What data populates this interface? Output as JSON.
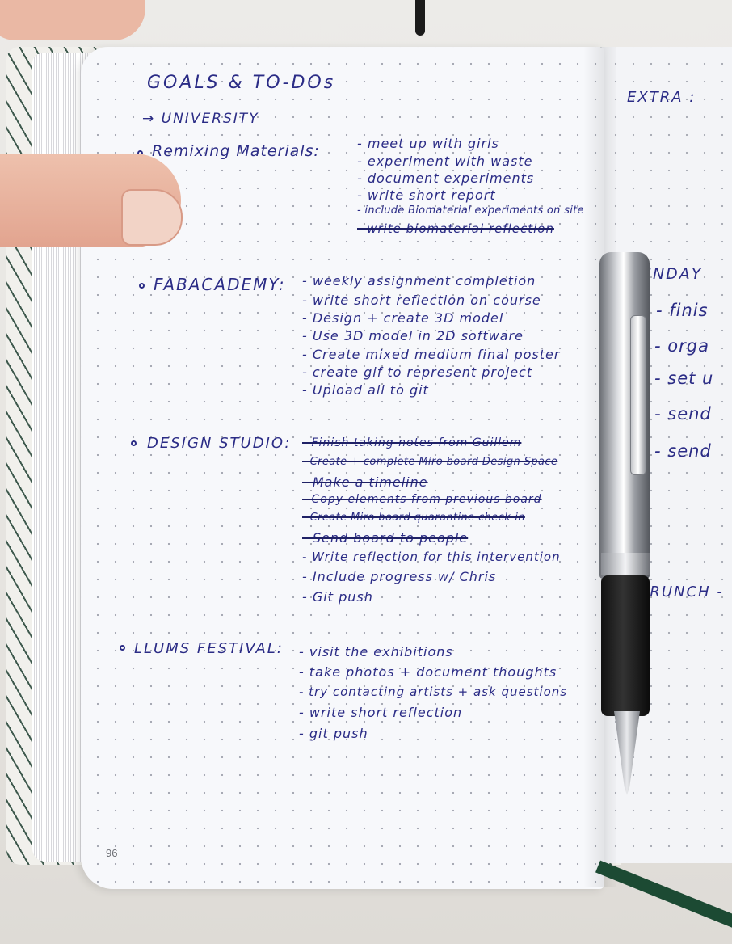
{
  "page": {
    "title": "GOALS & TO-DOs",
    "subtitle": "→ UNIVERSITY",
    "page_number": "96"
  },
  "sections": [
    {
      "name": "Remixing Materials:",
      "items": [
        {
          "text": "- meet up with girls",
          "done": false
        },
        {
          "text": "- experiment with waste",
          "done": false
        },
        {
          "text": "- document experiments",
          "done": false
        },
        {
          "text": "- write short report",
          "done": false
        },
        {
          "text": "- include Biomaterial experiments on site",
          "done": false
        },
        {
          "text": "- write biomaterial reflection",
          "done": true
        }
      ]
    },
    {
      "name": "FABACADEMY:",
      "items": [
        {
          "text": "- weekly assignment completion",
          "done": false
        },
        {
          "text": "- write short reflection on course",
          "done": false
        },
        {
          "text": "- Design + create 3D model",
          "done": false
        },
        {
          "text": "- Use 3D model in 2D software",
          "done": false
        },
        {
          "text": "- Create mixed medium final poster",
          "done": false
        },
        {
          "text": "- create gif to represent project",
          "done": false
        },
        {
          "text": "- Upload all to git",
          "done": false
        }
      ]
    },
    {
      "name": "DESIGN STUDIO:",
      "items": [
        {
          "text": "- Finish taking notes from Guillem",
          "done": true
        },
        {
          "text": "- Create + complete Miro board Design Space",
          "done": true
        },
        {
          "text": "- Make a timeline",
          "done": true
        },
        {
          "text": "- Copy elements from previous board",
          "done": true
        },
        {
          "text": "- Create Miro board quarantine check-in",
          "done": true
        },
        {
          "text": "- Send board to people",
          "done": true
        },
        {
          "text": "- Write reflection for this intervention",
          "done": false
        },
        {
          "text": "- Include progress w/ Chris",
          "done": false
        },
        {
          "text": "- Git push",
          "done": false
        }
      ]
    },
    {
      "name": "LLUMS FESTIVAL:",
      "items": [
        {
          "text": "- visit the exhibitions",
          "done": false
        },
        {
          "text": "- take photos + document thoughts",
          "done": false
        },
        {
          "text": "- try contacting artists + ask questions",
          "done": false
        },
        {
          "text": "- write short reflection",
          "done": false
        },
        {
          "text": "- git push",
          "done": false
        }
      ]
    }
  ],
  "right_page": {
    "extra": "EXTRA :",
    "sunday": "SUNDAY",
    "sunday_items": [
      "- finis",
      "- orga",
      "- set u",
      "- send",
      "- send"
    ],
    "brunch": "BRUNCH -"
  },
  "colors": {
    "ink": "#2b2c86",
    "paper": "#f7f8fb"
  }
}
